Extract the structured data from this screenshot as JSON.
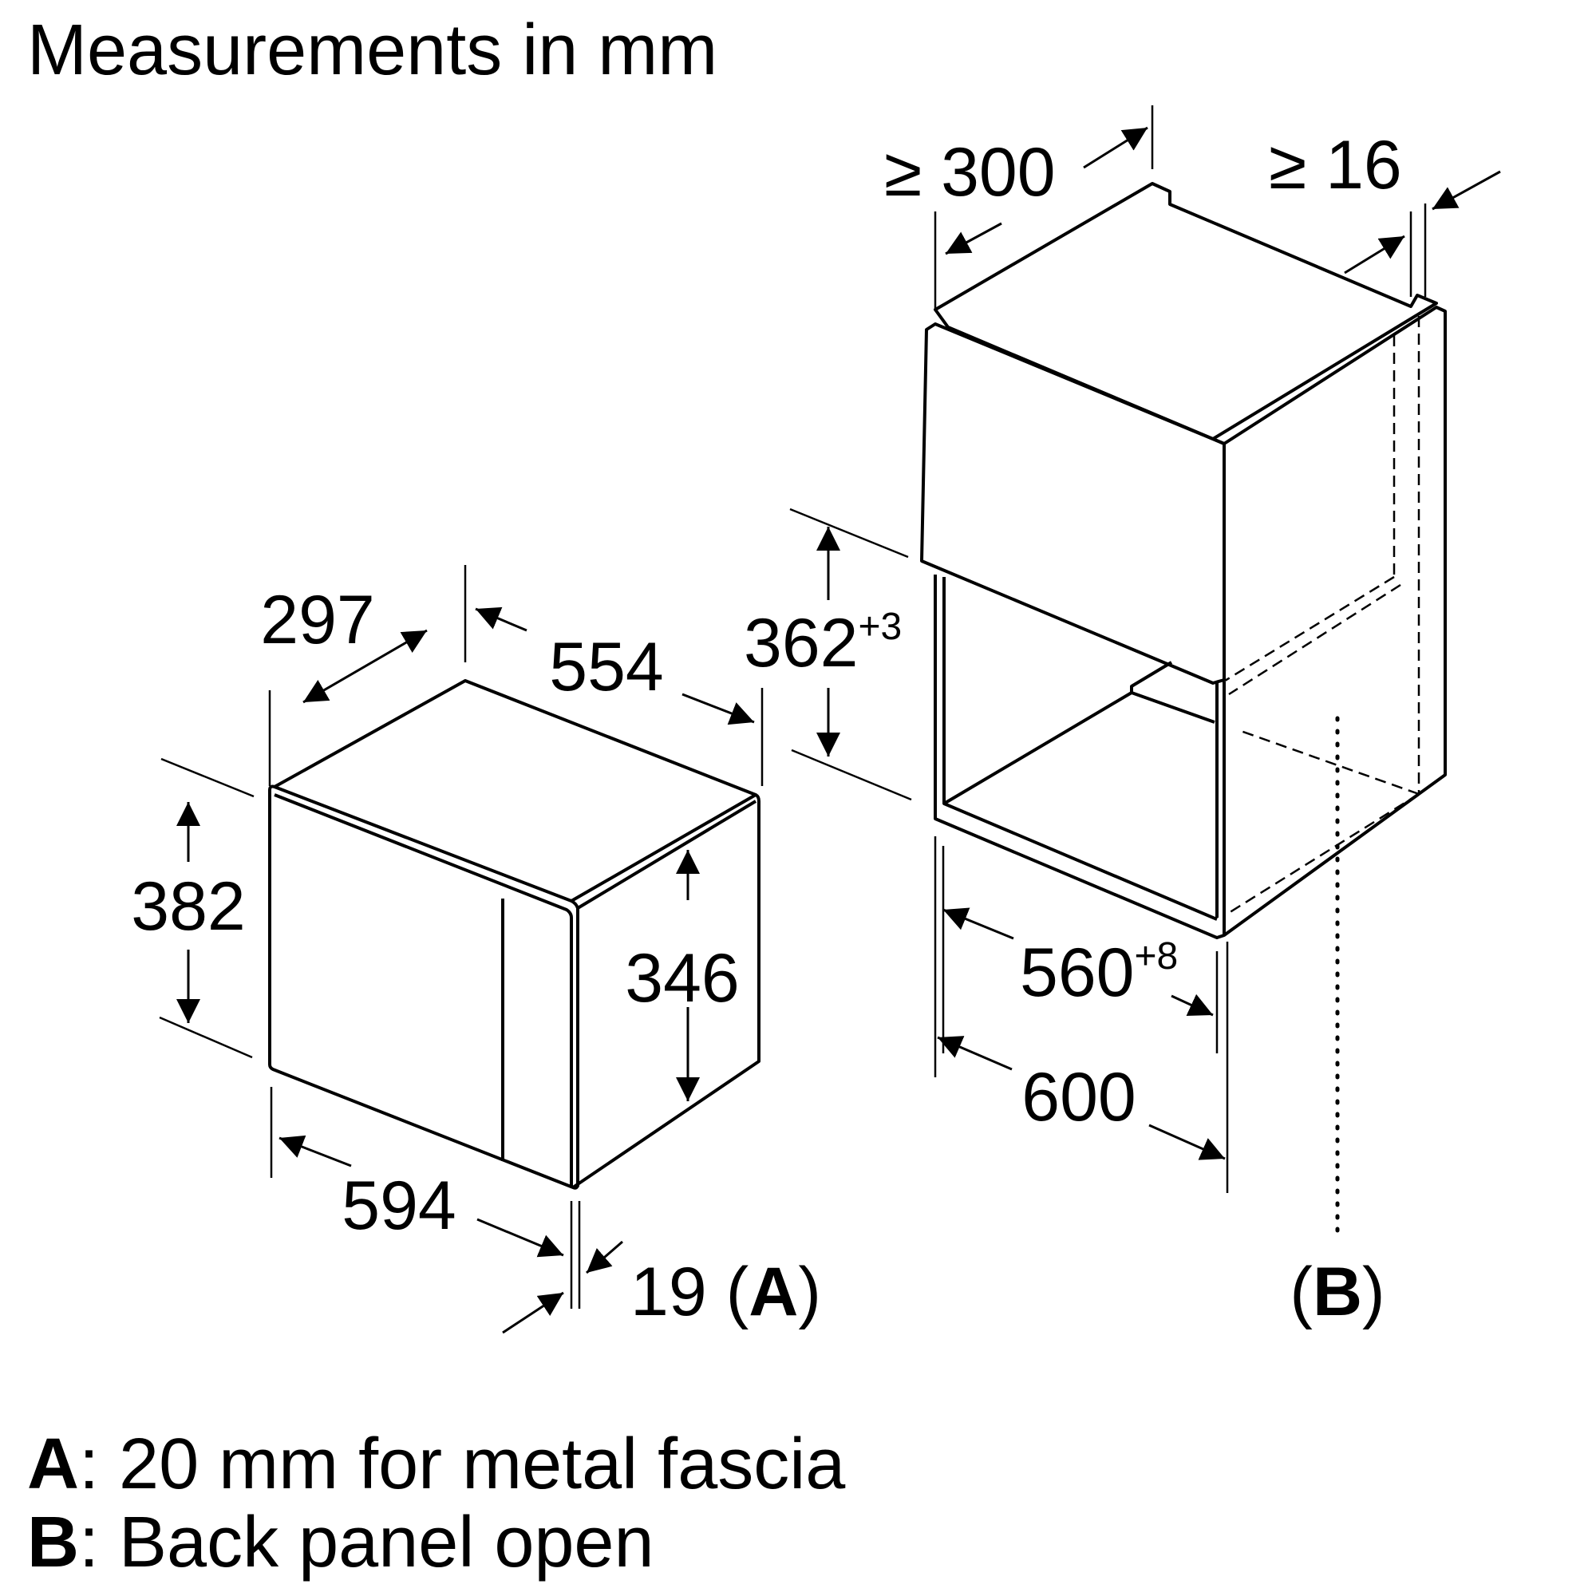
{
  "title": "Measurements in mm",
  "appliance_dims": {
    "depth": "297",
    "body_width": "554",
    "height": "382",
    "body_height": "346",
    "width": "594",
    "fascia": "19",
    "fascia_marker": "A"
  },
  "cabinet_dims": {
    "depth_min": "≥ 300",
    "gap_min": "≥ 16",
    "niche_height": "362",
    "niche_height_tol": "+3",
    "niche_width": "560",
    "niche_width_tol": "+8",
    "cabinet_width": "600",
    "back_marker": "B"
  },
  "legend": {
    "a_key": "A",
    "a_text": ": 20 mm for metal fascia",
    "b_key": "B",
    "b_text": ": Back panel open"
  }
}
